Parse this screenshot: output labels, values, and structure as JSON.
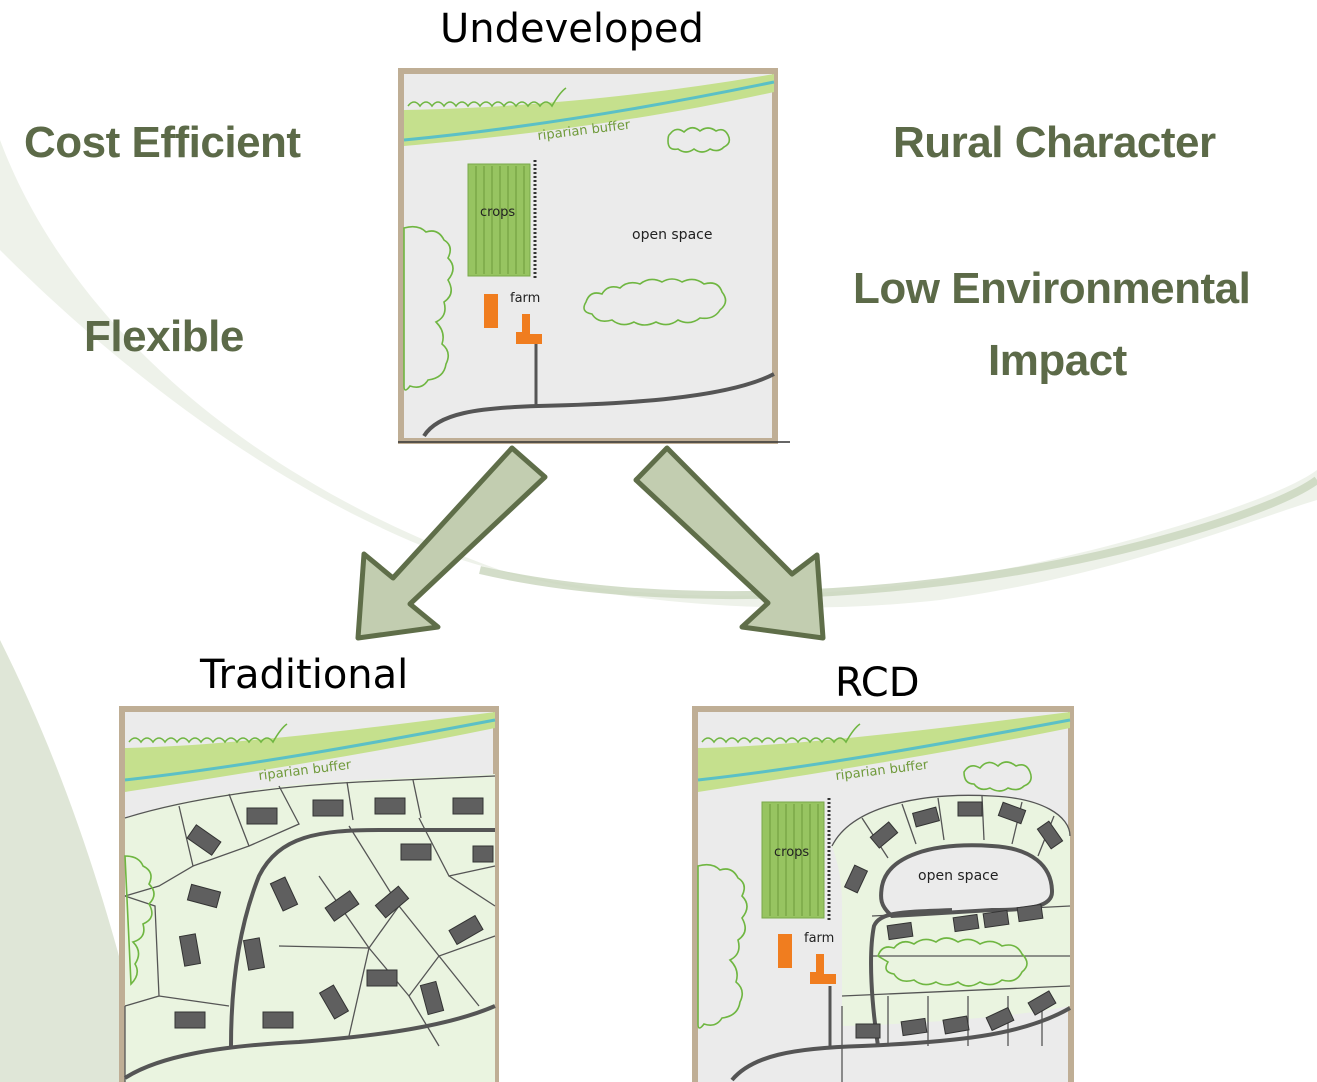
{
  "attributes": {
    "cost": "Cost Efficient",
    "flexible": "Flexible",
    "rural": "Rural Character",
    "env_line1": "Low Environmental",
    "env_line2": "Impact"
  },
  "scenarios": {
    "undeveloped": "Undeveloped",
    "traditional": "Traditional",
    "rcd": "RCD"
  },
  "map_labels": {
    "riparian": "riparian buffer",
    "crops": "crops",
    "farm": "farm",
    "open_space": "open space"
  },
  "colors": {
    "heading_text": "#5c6a48",
    "arrow_fill": "#c2cdb0",
    "arrow_stroke": "#5f6e49",
    "map_border": "#bfae95",
    "map_ground": "#ebebeb",
    "lot_fill": "#eaf4e0",
    "buffer": "#c5e08d",
    "stream": "#5bc0c6",
    "tree": "#6fb641",
    "crop": "#97c461",
    "farm": "#f07d1f",
    "house": "#5f5f5f",
    "road": "#555555"
  }
}
